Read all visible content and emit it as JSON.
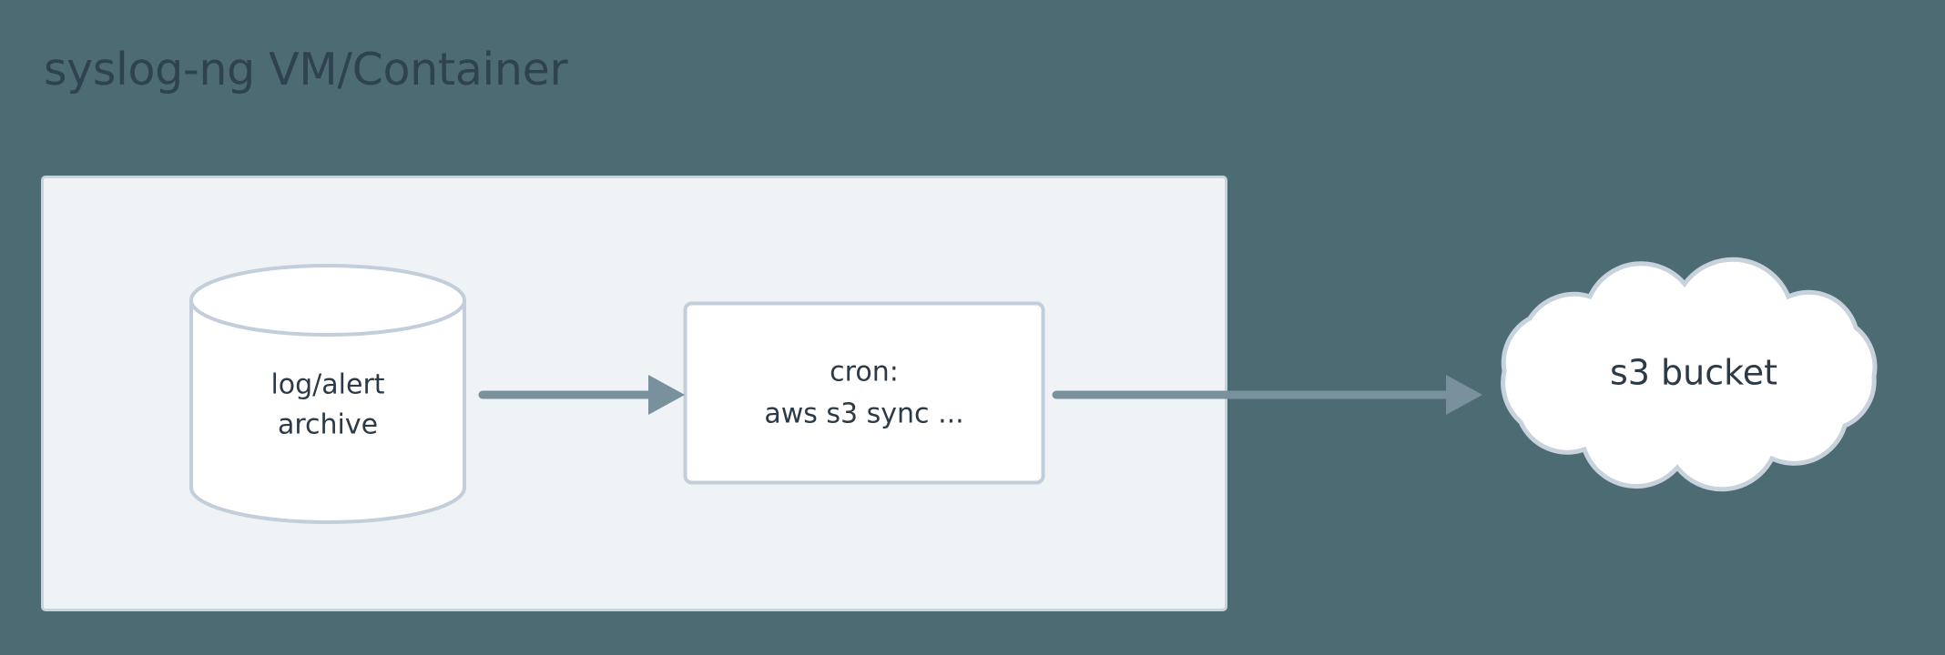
{
  "diagram": {
    "title": "syslog-ng VM/Container",
    "background_color": "#4d6b73",
    "panel_fill": "#eff3f6",
    "panel_border": "#c9d3dc",
    "node_fill": "#ffffff",
    "node_border": "#c3cedb",
    "text_color": "#2b3a46",
    "edge_color": "#79909d",
    "nodes": [
      {
        "id": "log-alert-archive",
        "shape": "cylinder",
        "label_line1": "log/alert",
        "label_line2": "archive"
      },
      {
        "id": "cron-job",
        "shape": "rounded-rect",
        "label_line1": "cron:",
        "label_line2": "aws s3 sync ..."
      },
      {
        "id": "s3-bucket",
        "shape": "cloud",
        "label": "s3 bucket"
      }
    ],
    "edges": [
      {
        "id": "archive-to-cron",
        "from": "log-alert-archive",
        "to": "cron-job",
        "style": "solid-arrow"
      },
      {
        "id": "cron-to-s3",
        "from": "cron-job",
        "to": "s3-bucket",
        "style": "solid-arrow"
      }
    ]
  }
}
